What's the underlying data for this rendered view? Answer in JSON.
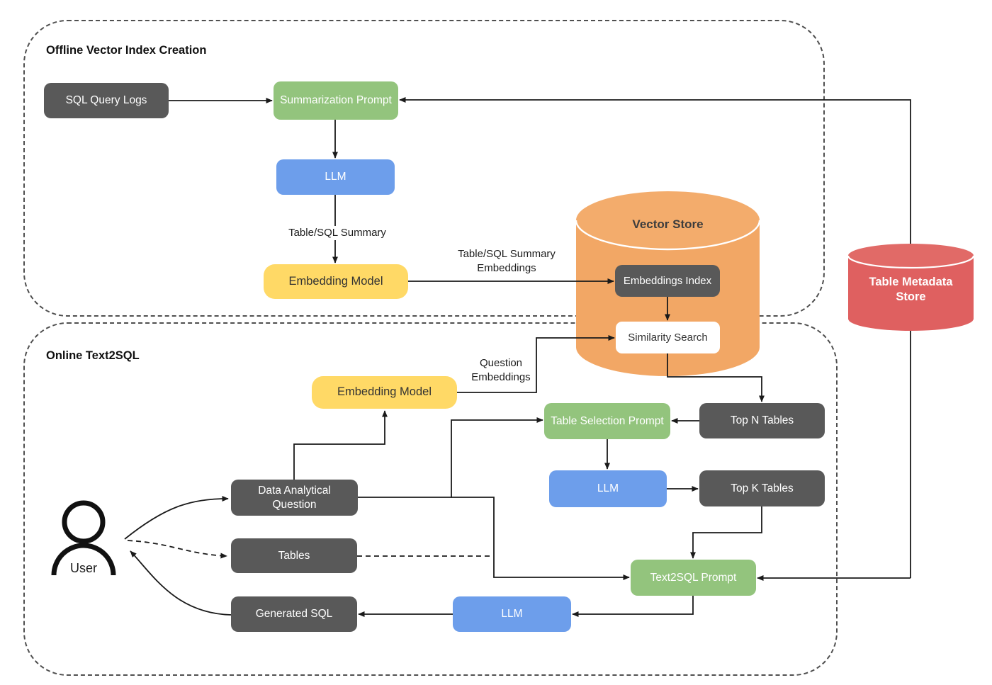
{
  "offline": {
    "title": "Offline Vector Index Creation"
  },
  "online": {
    "title": "Online Text2SQL"
  },
  "nodes": {
    "sql_query_logs": "SQL Query Logs",
    "summarization_prompt": "Summarization Prompt",
    "llm_offline": "LLM",
    "embedding_model_offline": "Embedding Model",
    "vector_store": "Vector Store",
    "embeddings_index": "Embeddings Index",
    "similarity_search": "Similarity Search",
    "table_metadata_store": "Table Metadata Store",
    "embedding_model_online": "Embedding Model",
    "table_selection_prompt": "Table Selection Prompt",
    "llm_table_selection": "LLM",
    "top_n_tables": "Top N Tables",
    "top_k_tables": "Top K Tables",
    "data_analytical_question": "Data Analytical Question",
    "tables": "Tables",
    "generated_sql": "Generated SQL",
    "text2sql_prompt": "Text2SQL Prompt",
    "llm_text2sql": "LLM",
    "user": "User"
  },
  "edge_labels": {
    "table_sql_summary": "Table/SQL Summary",
    "table_sql_summary_embeddings": "Table/SQL Summary Embeddings",
    "question_embeddings": "Question Embeddings"
  },
  "colors": {
    "node_gray": "#595959",
    "prompt_green": "#93C47D",
    "llm_blue": "#6D9EEB",
    "embedding_yellow": "#FFD966",
    "vector_store_orange": "#F2A765",
    "metadata_red": "#DF6060",
    "wire_black": "#1a1a1a",
    "dashed_border_gray": "#4f4f4f"
  }
}
